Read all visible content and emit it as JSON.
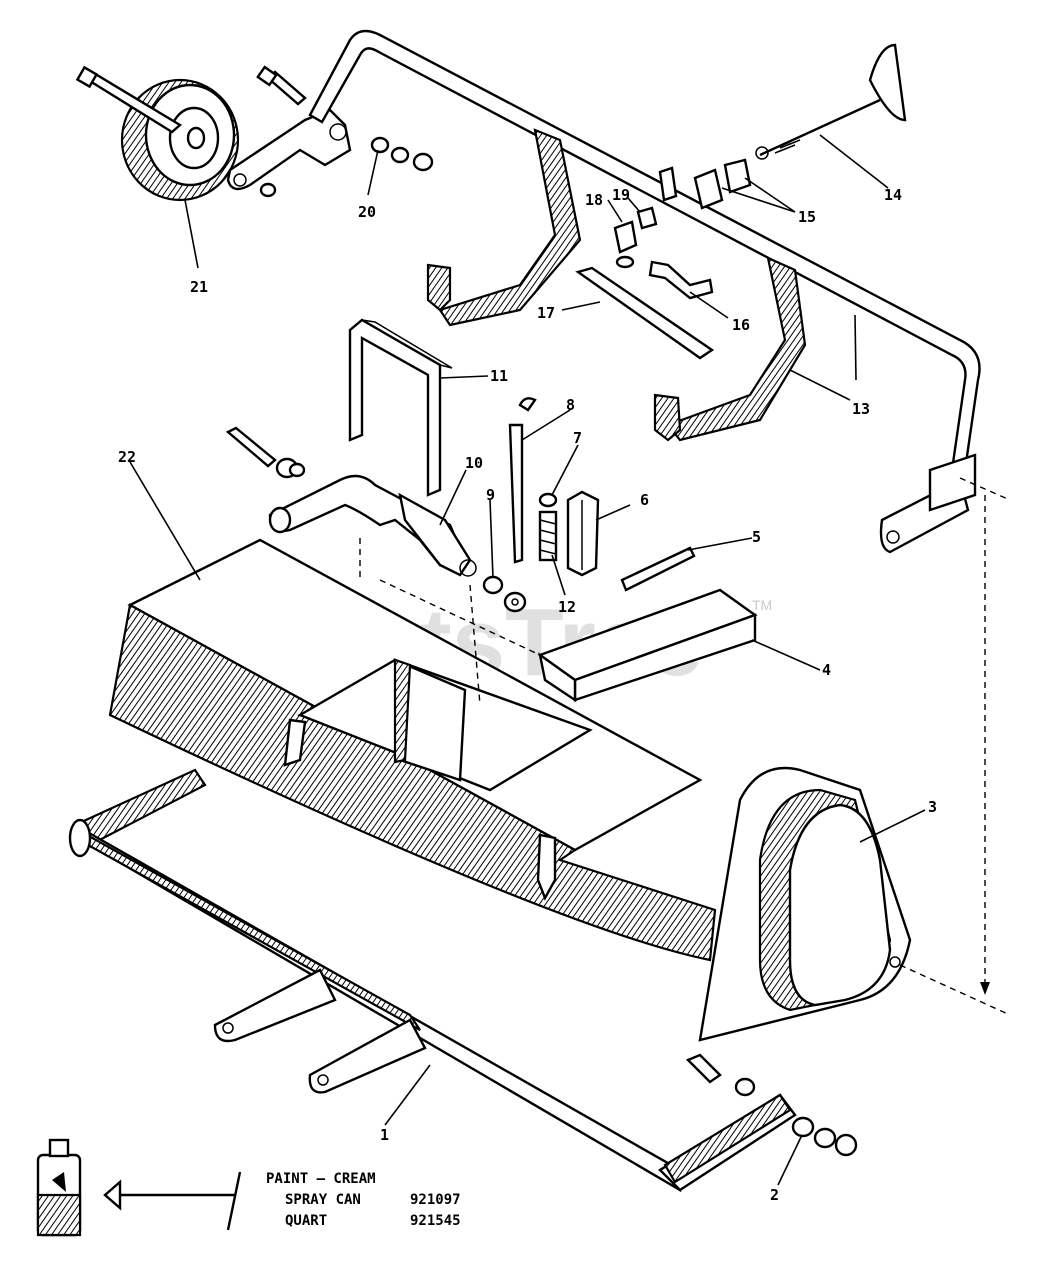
{
  "watermark": {
    "text": "PartsTree",
    "trademark": "TM"
  },
  "callouts": {
    "c1": "1",
    "c2": "2",
    "c3": "3",
    "c4": "4",
    "c5": "5",
    "c6": "6",
    "c7": "7",
    "c8": "8",
    "c9": "9",
    "c10": "10",
    "c11": "11",
    "c12": "12",
    "c13": "13",
    "c14": "14",
    "c15": "15",
    "c16": "16",
    "c17": "17",
    "c18": "18",
    "c19": "19",
    "c20": "20",
    "c21": "21",
    "c22": "22"
  },
  "paint_note": {
    "heading": "PAINT — CREAM",
    "rows": [
      {
        "label": "SPRAY CAN",
        "part": "921097"
      },
      {
        "label": "QUART",
        "part": "921545"
      }
    ]
  }
}
